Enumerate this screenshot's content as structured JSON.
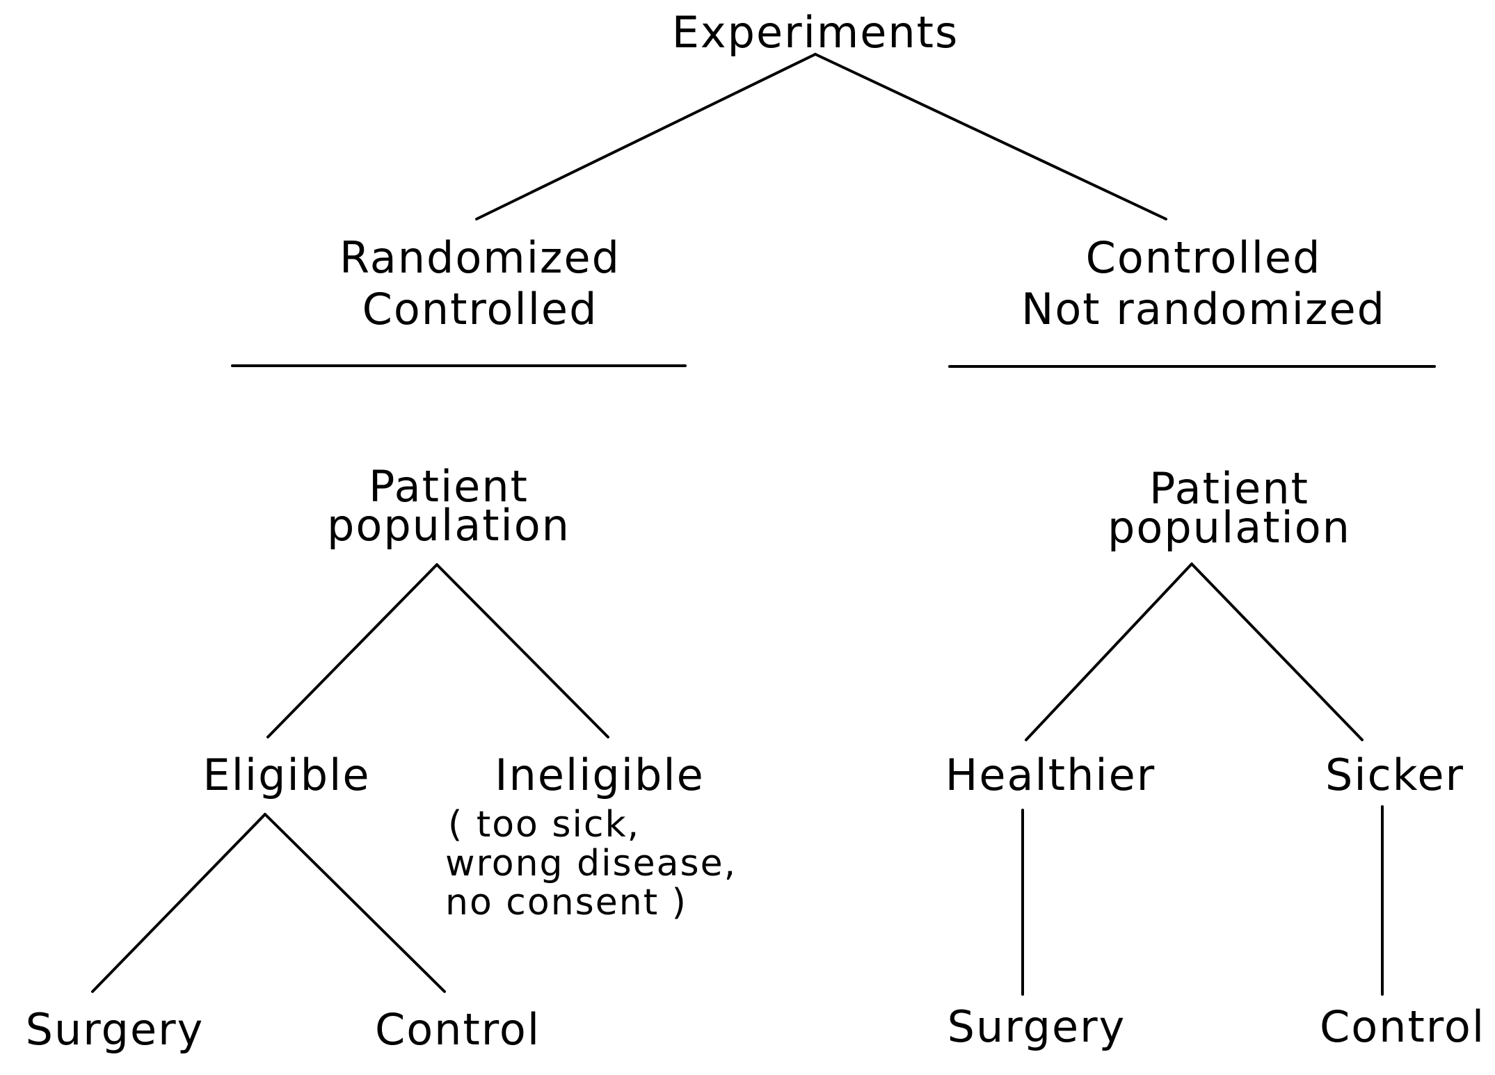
{
  "root": {
    "label": "Experiments"
  },
  "branches": {
    "randomized": {
      "title_lines": [
        "Randomized",
        "Controlled"
      ],
      "population_lines": [
        "Patient",
        "population"
      ],
      "eligible": "Eligible",
      "ineligible": "Ineligible",
      "ineligible_note_lines": [
        "( too sick,",
        "wrong disease,",
        "no consent )"
      ],
      "surgery": "Surgery",
      "control": "Control"
    },
    "nonrandomized": {
      "title_lines": [
        "Controlled",
        "Not randomized"
      ],
      "population_lines": [
        "Patient",
        "population"
      ],
      "healthier": "Healthier",
      "sicker": "Sicker",
      "surgery": "Surgery",
      "control": "Control"
    }
  }
}
